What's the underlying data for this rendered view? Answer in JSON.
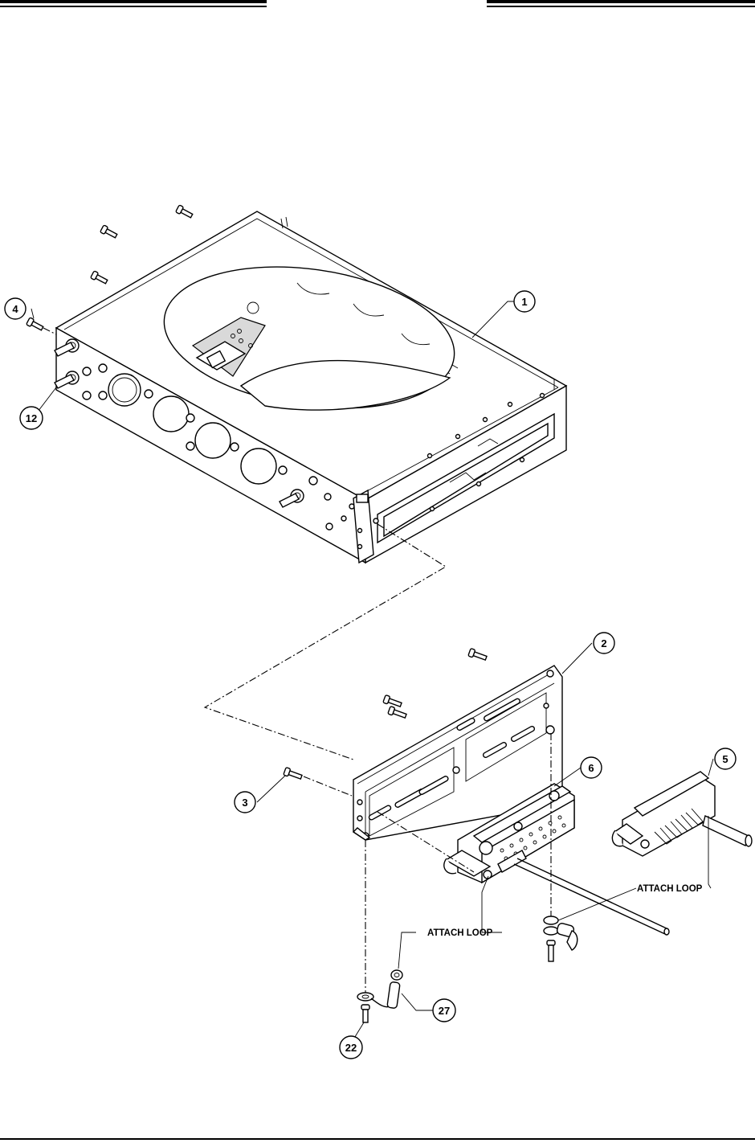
{
  "header": {
    "rule_color": "#000000"
  },
  "callouts": [
    {
      "id": "1",
      "label": "1"
    },
    {
      "id": "2",
      "label": "2"
    },
    {
      "id": "3",
      "label": "3"
    },
    {
      "id": "4",
      "label": "4"
    },
    {
      "id": "5",
      "label": "5"
    },
    {
      "id": "6",
      "label": "6"
    },
    {
      "id": "12",
      "label": "12"
    },
    {
      "id": "22",
      "label": "22"
    },
    {
      "id": "27",
      "label": "27"
    }
  ],
  "notes": {
    "attach_loop_left": "ATTACH LOOP",
    "attach_loop_right": "ATTACH LOOP"
  },
  "colors": {
    "line": "#000000",
    "fill_grey": "#d9d9d9",
    "background": "#ffffff"
  }
}
